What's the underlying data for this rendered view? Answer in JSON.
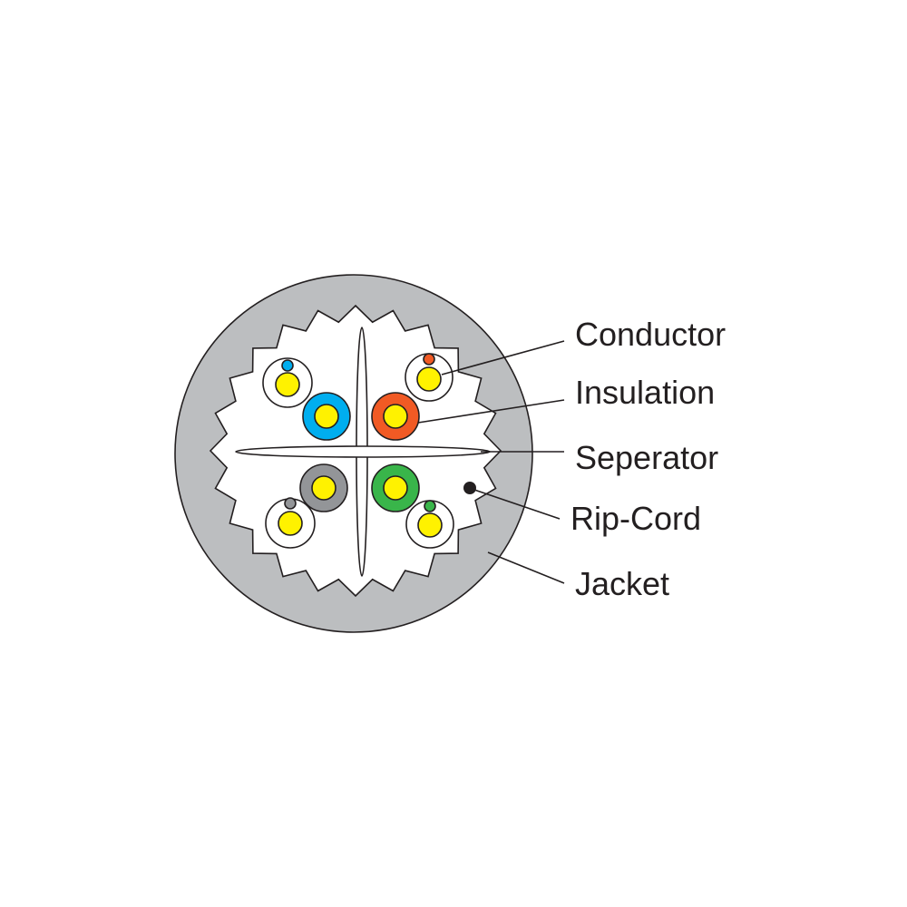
{
  "labels": {
    "conductor": "Conductor",
    "insulation": "Insulation",
    "separator": "Seperator",
    "rip_cord": "Rip-Cord",
    "jacket": "Jacket"
  },
  "colors": {
    "jacket": "#bcbec0",
    "cavity": "#ffffff",
    "conductor": "#fff200",
    "blue": "#00aeef",
    "orange": "#f15a24",
    "gray": "#939598",
    "green": "#39b54a",
    "outline": "#231f20"
  },
  "pairs": [
    {
      "name": "blue",
      "color": "#00aeef"
    },
    {
      "name": "orange",
      "color": "#f15a24"
    },
    {
      "name": "brown-gray",
      "color": "#939598"
    },
    {
      "name": "green",
      "color": "#39b54a"
    }
  ]
}
